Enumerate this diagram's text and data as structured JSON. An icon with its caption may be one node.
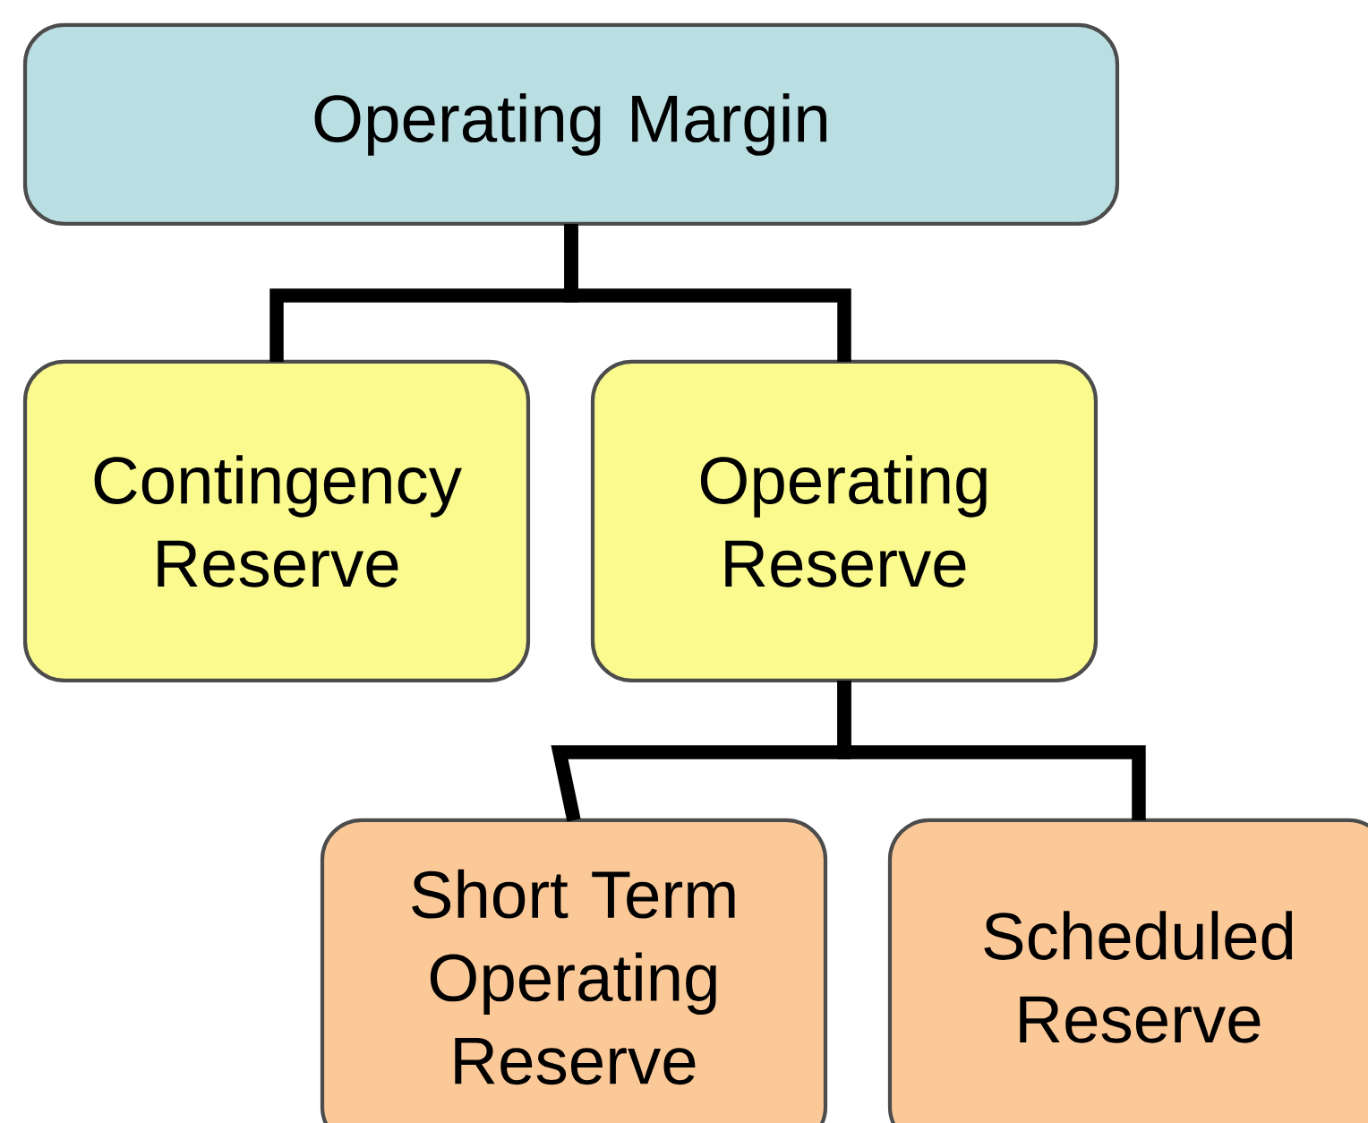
{
  "diagram": {
    "nodes": [
      {
        "text": [
          "Operating Margin"
        ]
      },
      {
        "text": [
          "Contingency Reserve"
        ]
      },
      {
        "text": [
          "Operating Reserve"
        ]
      },
      {
        "text": [
          "Short Term Operating Reserve"
        ]
      },
      {
        "text": [
          "Scheduled Reserve"
        ]
      }
    ],
    "edges": [
      {
        "from": 0,
        "to": 1,
        "arrow": "none"
      },
      {
        "from": 0,
        "to": 2,
        "arrow": "none"
      },
      {
        "from": 2,
        "to": 3,
        "arrow": "none"
      },
      {
        "from": 2,
        "to": 4,
        "arrow": "none"
      }
    ]
  }
}
